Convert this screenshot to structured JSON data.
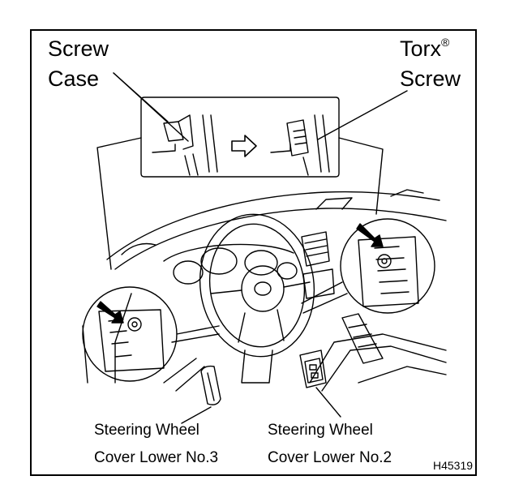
{
  "callouts": {
    "screw": "Screw",
    "case": "Case",
    "torx": "Torx",
    "torx_mark": "®",
    "torx_screw": "Screw"
  },
  "parts": {
    "cover3_line1": "Steering Wheel",
    "cover3_line2": "Cover Lower No.3",
    "cover2_line1": "Steering Wheel",
    "cover2_line2": "Cover Lower No.2"
  },
  "figure_code": "H45319",
  "colors": {
    "ink": "#000000",
    "paper": "#ffffff"
  }
}
